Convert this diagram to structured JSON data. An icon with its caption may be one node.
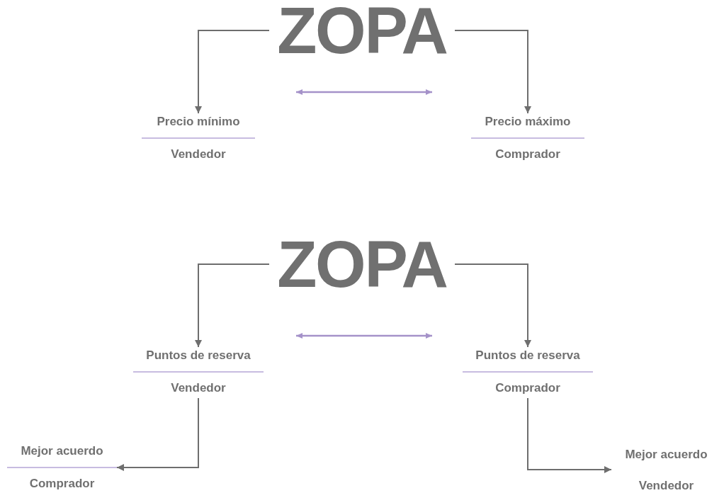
{
  "diagram": {
    "nodes": [
      {
        "text": [
          "ZOPA"
        ]
      },
      {
        "text": [
          "Precio mínimo",
          "Vendedor"
        ]
      },
      {
        "text": [
          "Precio máximo",
          "Comprador"
        ]
      },
      {
        "text": [
          "ZOPA"
        ]
      },
      {
        "text": [
          "Puntos de reserva",
          "Vendedor"
        ]
      },
      {
        "text": [
          "Puntos de reserva",
          "Comprador"
        ]
      },
      {
        "text": [
          "Mejor acuerdo",
          "Comprador"
        ]
      },
      {
        "text": [
          "Mejor acuerdo",
          "Vendedor"
        ]
      }
    ],
    "edges": [
      {
        "from": 0,
        "to": 1,
        "arrow": "to"
      },
      {
        "from": 0,
        "to": 2,
        "arrow": "to"
      },
      {
        "from": 3,
        "to": 4,
        "arrow": "to"
      },
      {
        "from": 3,
        "to": 5,
        "arrow": "to"
      },
      {
        "from": 4,
        "to": 6,
        "arrow": "to"
      },
      {
        "from": 5,
        "to": 7,
        "arrow": "to"
      }
    ]
  }
}
